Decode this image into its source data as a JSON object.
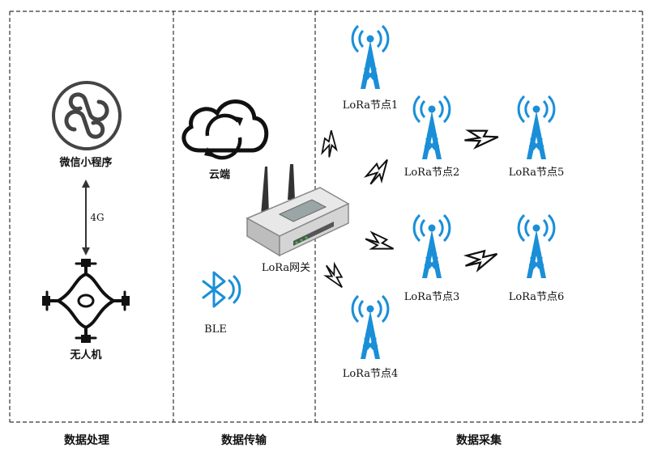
{
  "sections": {
    "processing": "数据处理",
    "transmission": "数据传输",
    "collection": "数据采集"
  },
  "processing": {
    "miniprogram": "微信小程序",
    "link": "4G",
    "drone": "无人机"
  },
  "transmission": {
    "cloud": "云端",
    "ble": "BLE",
    "gateway": "LoRa网关"
  },
  "nodes": [
    "LoRa节点1",
    "LoRa节点2",
    "LoRa节点3",
    "LoRa节点4",
    "LoRa节点5",
    "LoRa节点6"
  ],
  "colors": {
    "antenna": "#1a8fd8",
    "ble": "#1a8fd8",
    "lightning": "#111111",
    "icon_dark": "#444444",
    "border": "#333333"
  },
  "icons": {
    "antenna": "antenna-tower-icon",
    "miniprogram": "wechat-miniprogram-icon",
    "drone": "drone-icon",
    "cloud": "cloud-sync-icon",
    "ble": "bluetooth-icon",
    "gateway": "router-icon",
    "link": "lightning-icon"
  }
}
